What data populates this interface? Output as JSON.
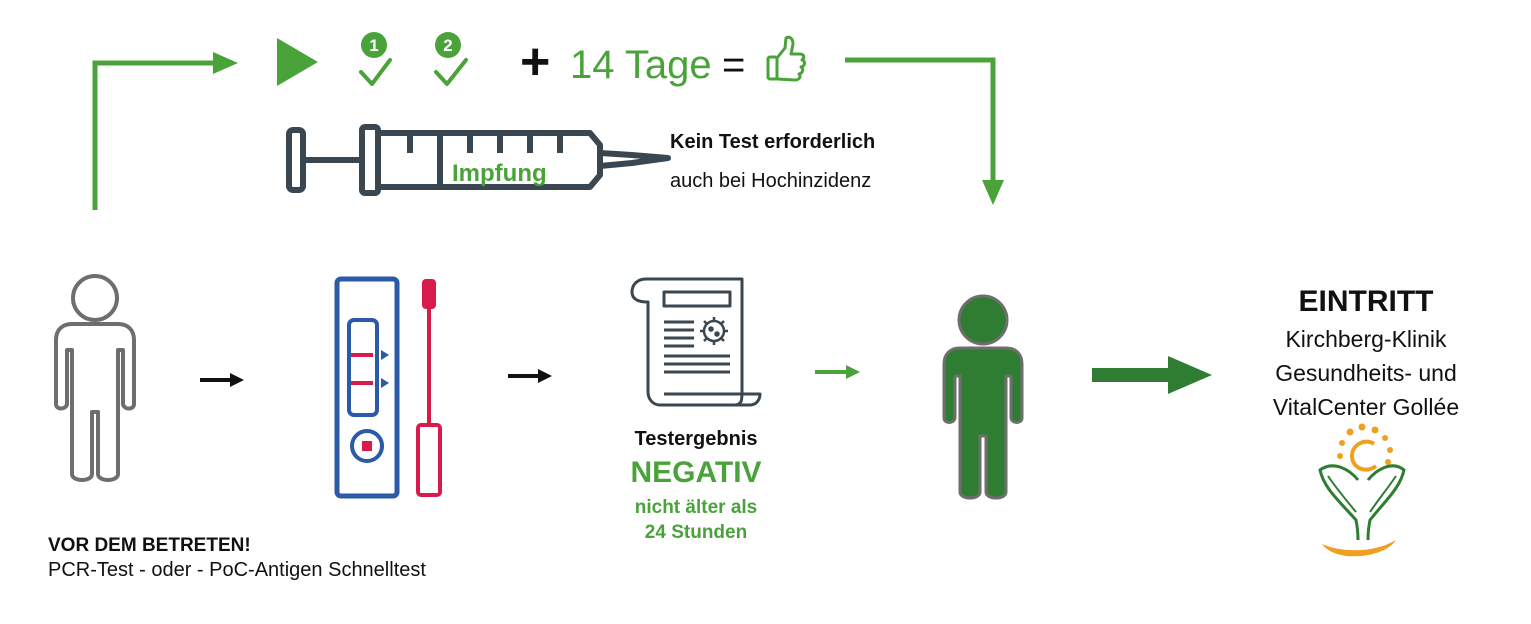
{
  "vaccination": {
    "plus": "+",
    "days": "14 Tage",
    "equals": "=",
    "syringe_label": "Impfung",
    "no_test": "Kein Test erforderlich",
    "incidence": "auch bei Hochinzidenz",
    "dose_numbers": [
      "1",
      "2"
    ]
  },
  "before_entry": {
    "title": "VOR DEM BETRETEN!",
    "subtitle": "PCR-Test - oder - PoC-Antigen Schnelltest"
  },
  "test_result": {
    "title": "Testergebnis",
    "status": "NEGATIV",
    "age_line1": "nicht älter als",
    "age_line2": "24 Stunden"
  },
  "entry": {
    "title": "EINTRITT",
    "line1": "Kirchberg-Klinik",
    "line2": "Gesundheits- und",
    "line3": "VitalCenter Gollée"
  },
  "colors": {
    "green": "#4aa33a",
    "dark_green": "#2e7d32",
    "grey": "#6e6e6e",
    "blue": "#2a5aa8",
    "red": "#d81b4a",
    "orange": "#f0a020"
  },
  "icons": [
    "play-icon",
    "check-icon",
    "thumbs-up-icon",
    "syringe-icon",
    "person-icon",
    "test-kit-icon",
    "swab-icon",
    "document-icon",
    "virus-icon",
    "logo-icon",
    "arrow-icon"
  ]
}
